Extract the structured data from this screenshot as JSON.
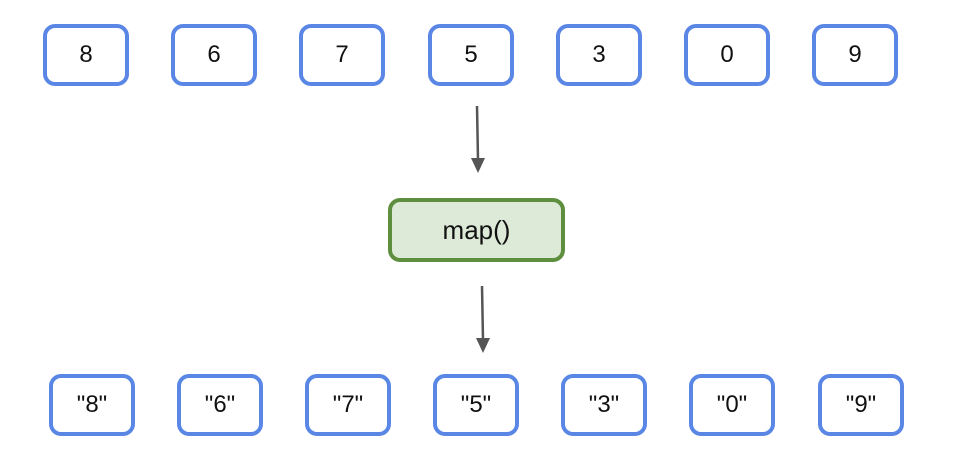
{
  "inputs": [
    "8",
    "6",
    "7",
    "5",
    "3",
    "0",
    "9"
  ],
  "operation": "map()",
  "outputs": [
    "\"8\"",
    "\"6\"",
    "\"7\"",
    "\"5\"",
    "\"3\"",
    "\"0\"",
    "\"9\""
  ],
  "colors": {
    "box_border": "#5A86E6",
    "map_border": "#5D8F3E",
    "map_fill": "#DDEAD8",
    "arrow": "#555555"
  }
}
